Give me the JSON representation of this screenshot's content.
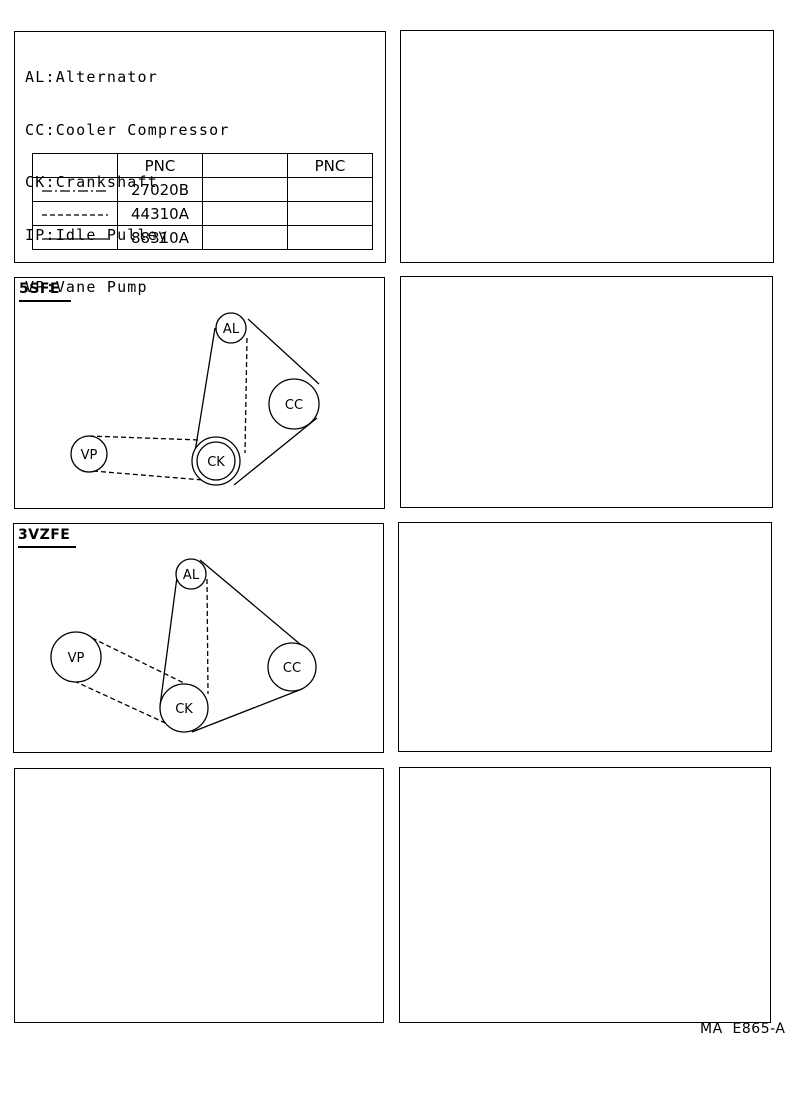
{
  "legend": {
    "abbreviations": [
      "AL:Alternator",
      "CC:Cooler Compressor",
      "CK:Crankshaft",
      "IP:Idle Pulley",
      "VP:Vane Pump"
    ],
    "table": {
      "header": [
        "",
        "PNC",
        "",
        "PNC"
      ],
      "rows": [
        {
          "line_style": "dash-dot",
          "pnc": "27020B"
        },
        {
          "line_style": "dashed",
          "pnc": "44310A"
        },
        {
          "line_style": "solid",
          "pnc": "88310A"
        }
      ]
    }
  },
  "engines": [
    {
      "label": "5SFE",
      "pulleys": {
        "al": "AL",
        "cc": "CC",
        "ck": "CK",
        "vp": "VP"
      }
    },
    {
      "label": "3VZFE",
      "pulleys": {
        "al": "AL",
        "cc": "CC",
        "ck": "CK",
        "vp": "VP"
      }
    }
  ],
  "footer": {
    "code": "MA  E865-A"
  }
}
